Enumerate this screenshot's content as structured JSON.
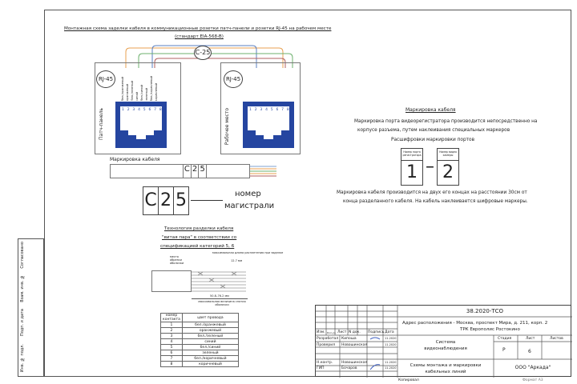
{
  "title": {
    "line1": "Монтажная схема заделки кабеля в коммуникационные розетки патч-панели и розетки RJ-45 на рабочем месте",
    "line2": "(стандарт EIA-568-B)"
  },
  "cable_id": "С-25",
  "left_socket": {
    "badge": "RJ-45",
    "label": "Патч-панель",
    "pins": "1 2 3 4 5 6 7 8"
  },
  "right_socket": {
    "badge": "RJ-45",
    "label": "Рабочее место",
    "pins": "1 2 3 4 5 6 7 8"
  },
  "wire_colors": [
    "бел./оранжевый",
    "оранжевый",
    "бел./зеленый",
    "синий",
    "бел./синий",
    "зеленый",
    "бел./коричневый",
    "коричневый"
  ],
  "cable_marking": {
    "title": "Маркировка кабеля",
    "chars": [
      "С",
      "2",
      "5"
    ],
    "caption1": "номер",
    "caption2": "магистрали"
  },
  "tech": {
    "line1": "Технология разделки кабеля",
    "line2": "\"витая пара\" в соответствии со",
    "line3": "спецификацией категорий 5, 6",
    "cut": "место обрезки оболочки",
    "untwist": "максимальная длина расплетения при заделке",
    "untwist_val": "12.7 мм",
    "strip_val": "50.8–76.2 мм",
    "strip_label": "максимальная величина снятия оболочки"
  },
  "pin_table": {
    "headers": [
      "номер контакта",
      "цвет провода"
    ],
    "rows": [
      [
        "1",
        "бел./оранжевый"
      ],
      [
        "2",
        "оранжевый"
      ],
      [
        "3",
        "бел./зеленый"
      ],
      [
        "4",
        "синий"
      ],
      [
        "5",
        "бел./синий"
      ],
      [
        "6",
        "зеленый"
      ],
      [
        "7",
        "бел./коричневый"
      ],
      [
        "8",
        "коричневый"
      ]
    ]
  },
  "right_text": {
    "title": "Маркировка кабеля",
    "p1a": "Маркировка порта видеорегистратора производится непосредственно на",
    "p1b": "корпусе разъема, путем наклеивания специальных маркеров",
    "sub": "Расшифровки маркировки портов",
    "box1_head": "Номер порта регистратора",
    "box1_val": "1",
    "dash": "–",
    "box2_head": "Номер видео камеры",
    "box2_val": "2",
    "p2a": "Маркировка кабеля производится на двух его концах на расстоянии 30см от",
    "p2b": "конца разделанного кабеля. На кабель наклеивается шифровые маркеры."
  },
  "side_stamps": [
    "Согласовано",
    "Взам. инв. №",
    "Подп. и дата",
    "Инв. № подл."
  ],
  "stamp": {
    "code": "38.2020-ТСО",
    "address1": "Адрес расположения - Москва, проспект Мира, д. 211, корп. 2",
    "address2": "ТРК Европолис Ростокино",
    "headers": [
      "Изм.",
      "Кол.уч.",
      "Лист",
      "N док.",
      "Подпись",
      "Дата"
    ],
    "people": [
      [
        "Разработал",
        "Кипоша",
        "11.2020"
      ],
      [
        "Проверил",
        "Новошинская",
        "11.2020"
      ],
      [
        "Н.контр.",
        "Новошинская",
        "11.2020"
      ],
      [
        "ГИП",
        "Бочаров",
        "11.2020"
      ]
    ],
    "system1": "Система",
    "system2": "видеонаблюдения",
    "stage_h": "Стадия",
    "sheet_h": "Лист",
    "sheets_h": "Листов",
    "stage": "Р",
    "sheet": "6",
    "doc1": "Схемы монтажа и маркировки",
    "doc2": "кабельных линий",
    "company": "ООО \"Аркада\""
  },
  "footer": {
    "copied": "Копировал",
    "format": "Формат А3"
  }
}
